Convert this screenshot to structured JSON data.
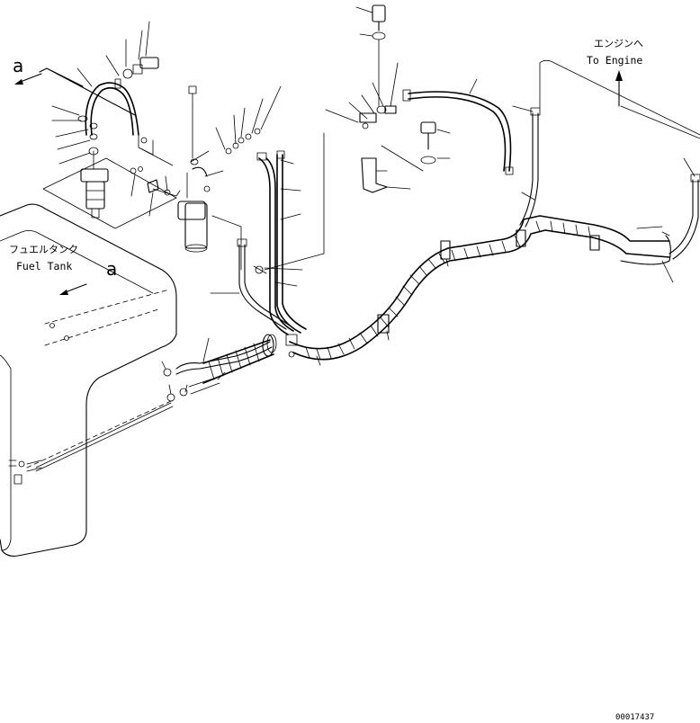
{
  "labels": {
    "to_engine_jp": "エンジンへ",
    "to_engine_en": "To Engine",
    "fuel_tank_jp": "フュエルタンク",
    "fuel_tank_en": "Fuel Tank",
    "view_marker_top": "a",
    "view_marker_tank": "a",
    "drawing_number": "00017437"
  },
  "icons": {
    "arrow": "up-arrow-icon",
    "view_arrow": "view-arrow-icon"
  },
  "colors": {
    "line": "#000000",
    "background": "#ffffff"
  }
}
